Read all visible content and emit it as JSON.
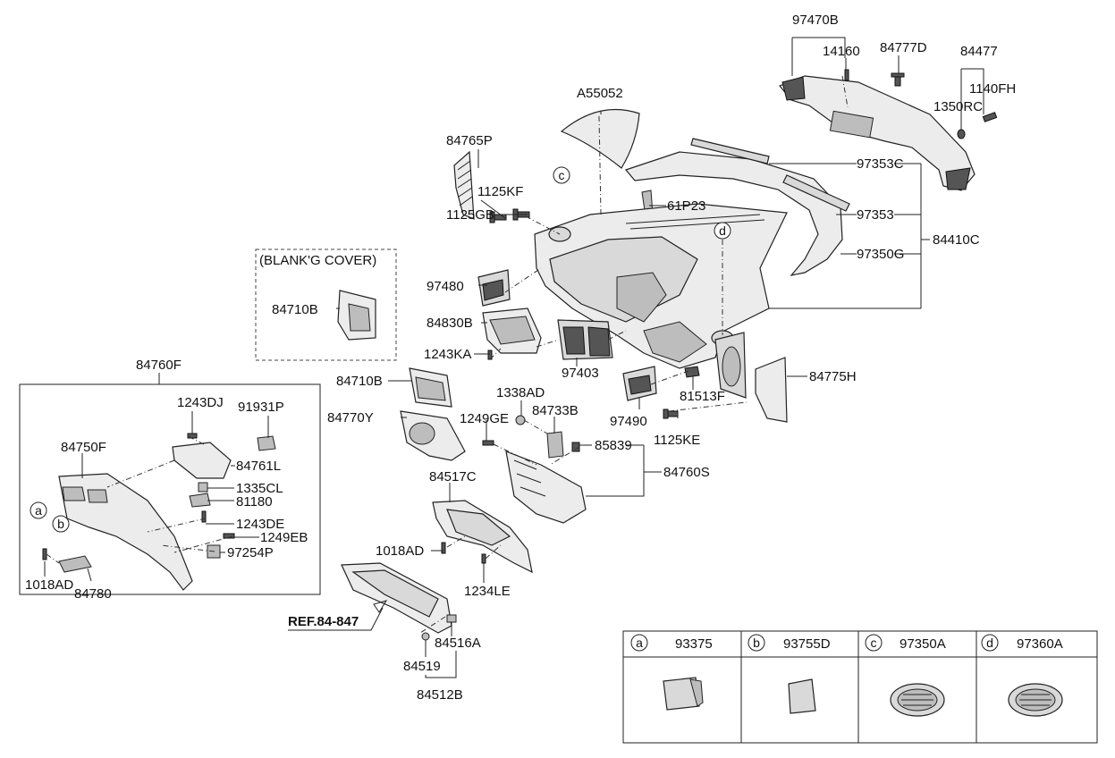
{
  "labels": {
    "l97470b": "97470B",
    "l14160": "14160",
    "l84777d": "84777D",
    "l84477": "84477",
    "l1140fh": "1140FH",
    "l1350rc": "1350RC",
    "la55052": "A55052",
    "l84765p": "84765P",
    "l97353c": "97353C",
    "l1125kf": "1125KF",
    "l61p23": "61P23",
    "l97353": "97353",
    "l84410c": "84410C",
    "l1125gb": "1125GB",
    "l97350g": "97350G",
    "lblank": "(BLANK'G COVER)",
    "l84710b_top": "84710B",
    "l97480": "97480",
    "l84830b": "84830B",
    "l1243ka": "1243KA",
    "l97403": "97403",
    "l84760f": "84760F",
    "l84710b": "84710B",
    "l84775h": "84775H",
    "l81513f": "81513F",
    "l1243dj": "1243DJ",
    "l91931p": "91931P",
    "l1338ad": "1338AD",
    "l84733b": "84733B",
    "l84770y": "84770Y",
    "l97490": "97490",
    "l1249ge": "1249GE",
    "l1125ke": "1125KE",
    "l84750f": "84750F",
    "l84761l": "84761L",
    "l85839": "85839",
    "l84760s": "84760S",
    "l84517c": "84517C",
    "l1335cl": "1335CL",
    "l81180": "81180",
    "l1243de": "1243DE",
    "l1249eb": "1249EB",
    "l97254p": "97254P",
    "l1018ad_left": "1018AD",
    "l84780": "84780",
    "l1018ad": "1018AD",
    "l1234le": "1234LE",
    "lref": "REF.84-847",
    "l84516a": "84516A",
    "l84519": "84519",
    "l84512b": "84512B"
  },
  "callouts": {
    "a": "a",
    "b": "b",
    "c": "c",
    "d": "d"
  },
  "legend": [
    {
      "letter": "a",
      "part": "93375"
    },
    {
      "letter": "b",
      "part": "93755D"
    },
    {
      "letter": "c",
      "part": "97350A"
    },
    {
      "letter": "d",
      "part": "97360A"
    }
  ]
}
